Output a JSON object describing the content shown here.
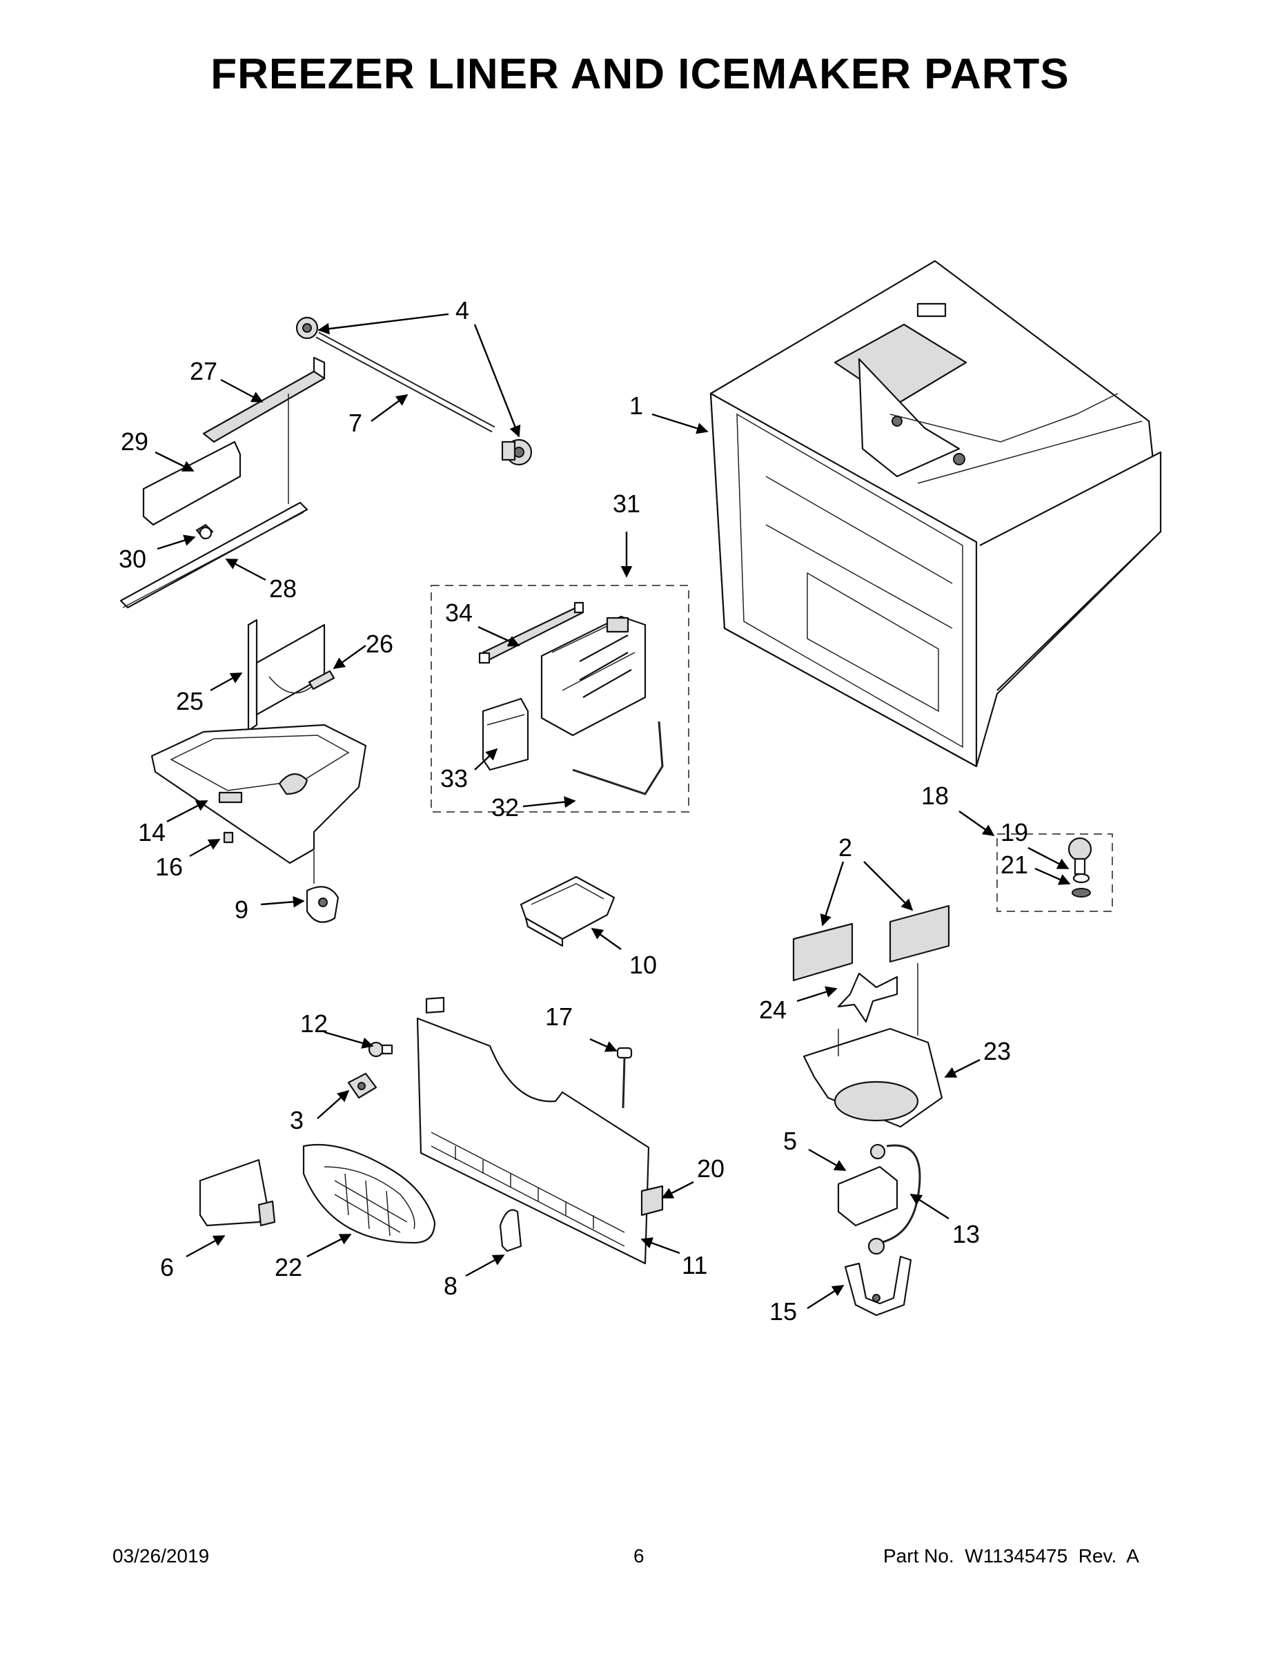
{
  "title": "FREEZER LINER AND ICEMAKER PARTS",
  "callouts": {
    "c1": "1",
    "c2": "2",
    "c3": "3",
    "c4": "4",
    "c5": "5",
    "c6": "6",
    "c7": "7",
    "c8": "8",
    "c9": "9",
    "c10": "10",
    "c11": "11",
    "c12": "12",
    "c13": "13",
    "c14": "14",
    "c15": "15",
    "c16": "16",
    "c17": "17",
    "c18": "18",
    "c19": "19",
    "c20": "20",
    "c21": "21",
    "c22": "22",
    "c23": "23",
    "c24": "24",
    "c25": "25",
    "c26": "26",
    "c27": "27",
    "c28": "28",
    "c29": "29",
    "c30": "30",
    "c31": "31",
    "c32": "32",
    "c33": "33",
    "c34": "34"
  },
  "footer": {
    "date": "03/26/2019",
    "page_number": "6",
    "part_no": "Part No.  W11345475  Rev.  A"
  }
}
